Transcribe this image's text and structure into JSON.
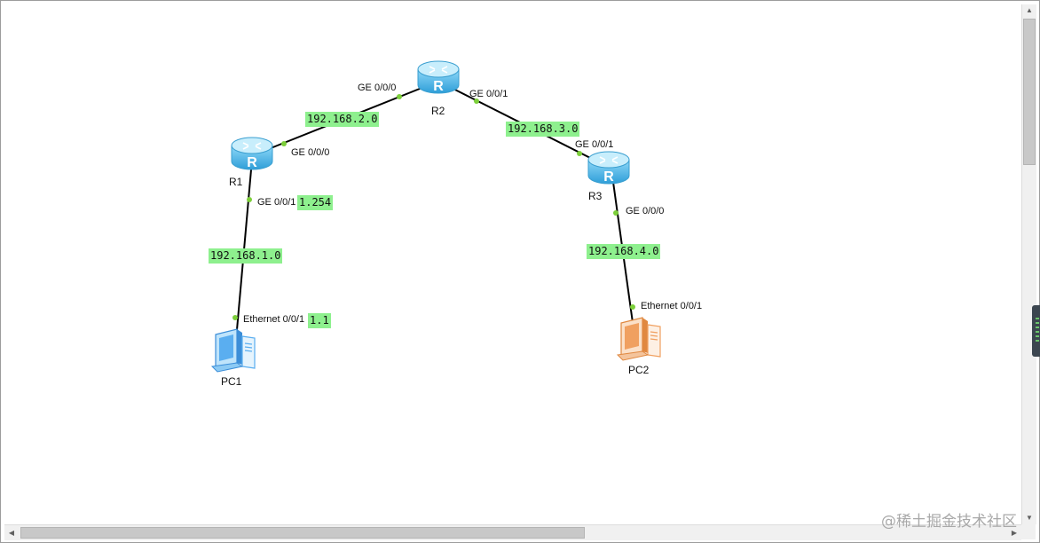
{
  "devices": {
    "r1": {
      "name": "R1"
    },
    "r2": {
      "name": "R2"
    },
    "r3": {
      "name": "R3"
    },
    "pc1": {
      "name": "PC1"
    },
    "pc2": {
      "name": "PC2"
    }
  },
  "ports": {
    "r2_ge000": "GE 0/0/0",
    "r2_ge001": "GE 0/0/1",
    "r1_ge000": "GE 0/0/0",
    "r1_ge001": "GE 0/0/1",
    "r3_ge001": "GE 0/0/1",
    "r3_ge000": "GE 0/0/0",
    "pc1_eth": "Ethernet 0/0/1",
    "pc2_eth": "Ethernet 0/0/1"
  },
  "notes": {
    "net_r1_r2": "192.168.2.0",
    "net_r2_r3": "192.168.3.0",
    "net_r1_pc1": "192.168.1.0",
    "net_r3_pc2": "192.168.4.0",
    "r1_g001_ip": "1.254",
    "pc1_ip": "1.1"
  },
  "colors": {
    "router": "#5bc0ec",
    "pc1": "#5aaef0",
    "pc2": "#f0a060",
    "link": "#000000",
    "port_dot": "#7ccf3a",
    "note_bg": "#8ef08e"
  },
  "watermark": "@稀土掘金技术社区"
}
